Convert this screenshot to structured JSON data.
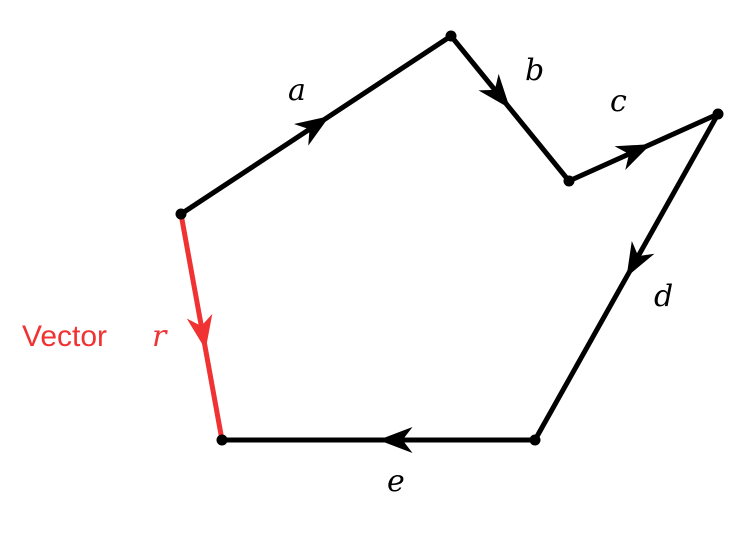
{
  "colors": {
    "edge": "#000000",
    "resultant": "#f03232"
  },
  "vectors": [
    {
      "name": "a",
      "label": "a"
    },
    {
      "name": "b",
      "label": "b"
    },
    {
      "name": "c",
      "label": "c"
    },
    {
      "name": "d",
      "label": "d"
    },
    {
      "name": "e",
      "label": "e"
    }
  ],
  "resultant": {
    "prefix": "Vector",
    "symbol": "r"
  }
}
